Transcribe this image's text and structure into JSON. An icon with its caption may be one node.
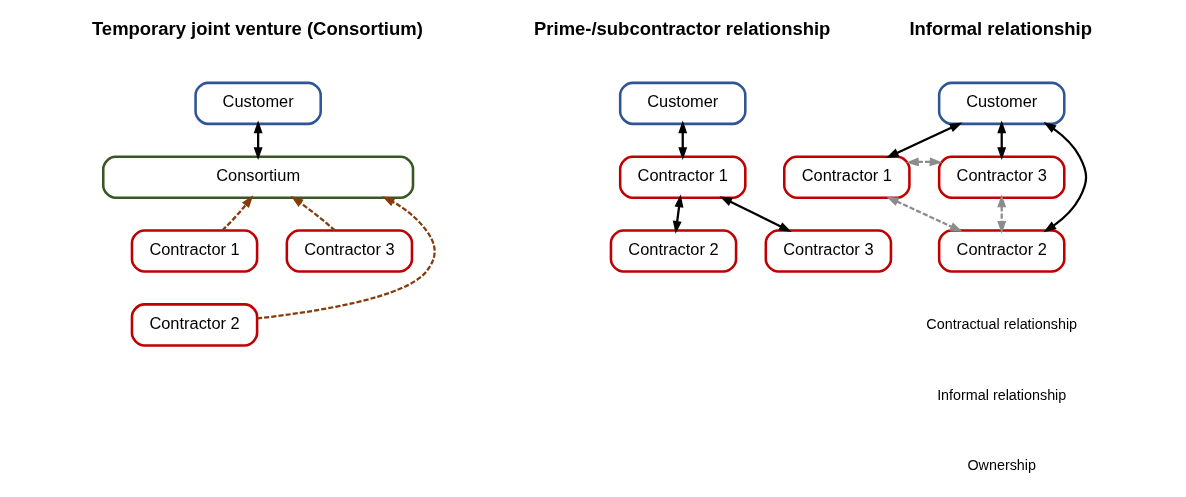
{
  "diagram": {
    "nodes": [
      {
        "text": [
          "Customer"
        ]
      },
      {
        "text": [
          "Contractor 1"
        ]
      },
      {
        "text": [
          "Contractor 3"
        ]
      },
      {
        "text": [
          "Contractor 2"
        ]
      },
      {
        "text": [
          "Customer"
        ]
      },
      {
        "text": [
          "Contractor 1"
        ]
      },
      {
        "text": [
          "Contractor 2"
        ]
      },
      {
        "text": [
          "Contractor 3"
        ]
      },
      {
        "text": [
          "Customer"
        ]
      },
      {
        "text": [
          "Consortium"
        ]
      },
      {
        "text": [
          "Contractor 1"
        ]
      },
      {
        "text": [
          "Contractor 3"
        ]
      },
      {
        "text": [
          "Contractor 2"
        ]
      }
    ],
    "edges": [
      {
        "from": 0,
        "to": 1,
        "arrow": "both"
      },
      {
        "from": 0,
        "to": 3,
        "arrow": "both"
      },
      {
        "from": 0,
        "to": 2,
        "arrow": "both"
      },
      {
        "from": 1,
        "to": 2,
        "arrow": "both",
        "style": "dashed",
        "color": "#8c8c8c"
      },
      {
        "from": 1,
        "to": 3,
        "arrow": "both",
        "style": "dashed",
        "color": "#8c8c8c"
      },
      {
        "from": 2,
        "to": 3,
        "arrow": "both",
        "style": "dashed",
        "color": "#8c8c8c"
      },
      {
        "from": 4,
        "to": 5,
        "arrow": "both"
      },
      {
        "from": 5,
        "to": 6,
        "arrow": "both"
      },
      {
        "from": 5,
        "to": 7,
        "arrow": "both"
      },
      {
        "from": 8,
        "to": 9,
        "arrow": "both"
      },
      {
        "from": 10,
        "to": 9,
        "arrow": "to",
        "style": "dashed",
        "color": "#843c0c"
      },
      {
        "from": 12,
        "to": 9,
        "arrow": "to",
        "style": "dashed",
        "color": "#843c0c"
      },
      {
        "from": 11,
        "to": 9,
        "arrow": "to",
        "style": "dashed",
        "color": "#843c0c"
      }
    ],
    "labels": [
      "Informal relationship",
      "Prime-/subcontractor relationship",
      "Temporary joint venture (Consortium)"
    ],
    "legend": [
      {
        "text": "Contractual relationship"
      },
      {
        "text": "Informal relationship"
      },
      {
        "text": "Ownership"
      }
    ]
  }
}
